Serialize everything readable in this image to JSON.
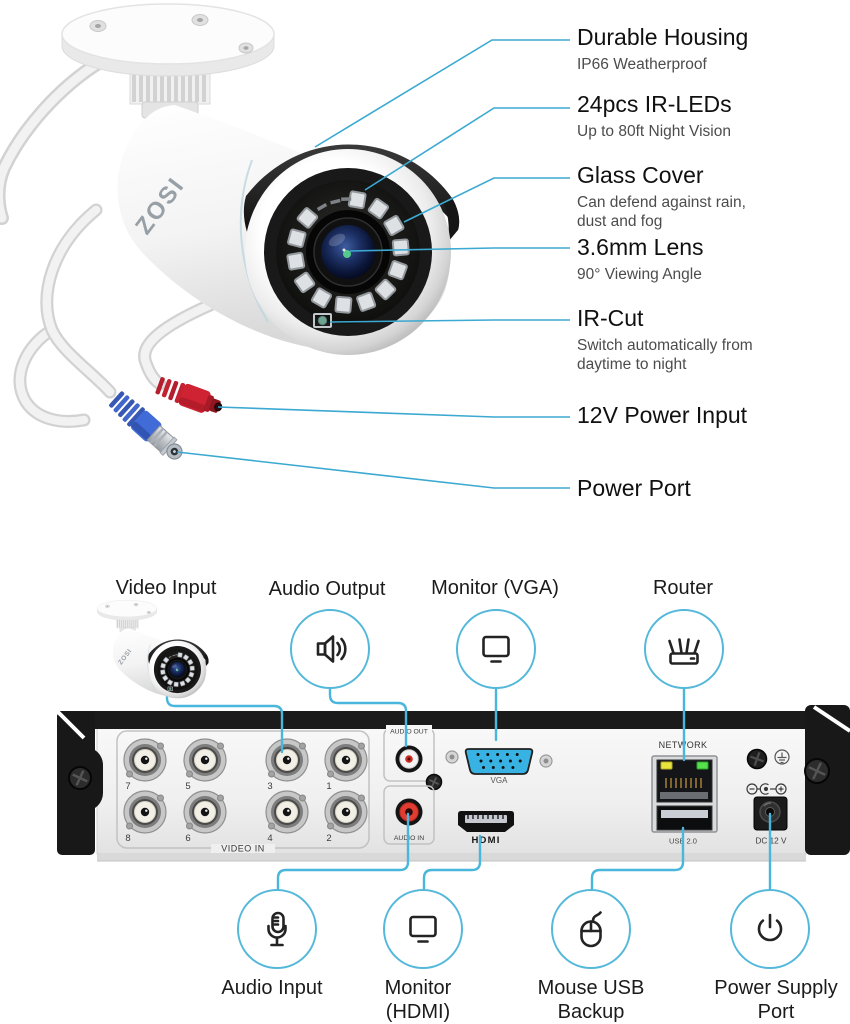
{
  "brand": "ZOSI",
  "camera_callouts": [
    {
      "title": "Durable Housing",
      "desc": "IP66 Weatherproof"
    },
    {
      "title": "24pcs IR-LEDs",
      "desc": "Up to 80ft Night Vision"
    },
    {
      "title": "Glass Cover",
      "desc": "Can defend against rain, dust and fog"
    },
    {
      "title": "3.6mm Lens",
      "desc": "90° Viewing Angle"
    },
    {
      "title": "IR-Cut",
      "desc": "Switch automatically from daytime to night"
    },
    {
      "title": "12V Power Input",
      "desc": ""
    },
    {
      "title": "Power Port",
      "desc": ""
    }
  ],
  "top_connections": [
    {
      "label": "Video Input",
      "icon": "camera-icon"
    },
    {
      "label": "Audio Output",
      "icon": "speaker-icon"
    },
    {
      "label": "Monitor (VGA)",
      "icon": "monitor-icon"
    },
    {
      "label": "Router",
      "icon": "router-icon"
    }
  ],
  "bottom_connections": [
    {
      "label": "Audio Input",
      "icon": "microphone-icon"
    },
    {
      "label": "Monitor (HDMI)",
      "icon": "monitor-icon"
    },
    {
      "label": "Mouse USB Backup",
      "icon": "mouse-icon"
    },
    {
      "label": "Power Supply Port",
      "icon": "power-icon"
    }
  ],
  "dvr": {
    "video_in": "VIDEO IN",
    "bnc_numbers": [
      "7",
      "5",
      "3",
      "1",
      "8",
      "6",
      "4",
      "2"
    ],
    "audio_out": "AUDIO OUT",
    "audio_in": "AUDIO IN",
    "vga": "VGA",
    "hdmi": "HDMI",
    "network": "NETWORK",
    "usb": "USB 2.0",
    "dc": "DC 12 V"
  },
  "colors": {
    "leader_line": "#3ba9d1",
    "connector_line": "#49b6dc",
    "circle_stroke": "#54b8da",
    "vga_port_blue": "#38b2e2",
    "network_led_yellow": "#e8e53e",
    "network_led_green": "#57e04e",
    "audio_in_red": "#e03c31",
    "power_plug_red": "#cf2333",
    "bnc_plug_blue": "#416bd6"
  }
}
